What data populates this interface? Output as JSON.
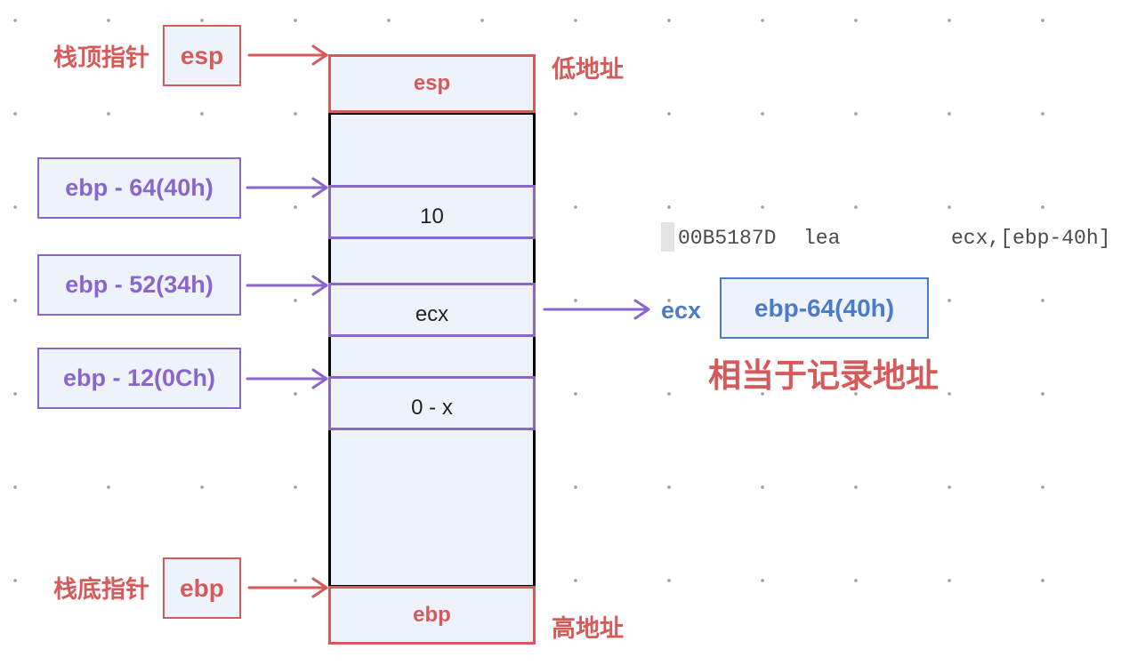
{
  "pointers": {
    "top": {
      "label": "栈顶指针",
      "register": "esp"
    },
    "bottom": {
      "label": "栈底指针",
      "register": "ebp"
    }
  },
  "offsets": [
    {
      "label": "ebp - 64(40h)"
    },
    {
      "label": "ebp - 52(34h)"
    },
    {
      "label": "ebp - 12(0Ch)"
    }
  ],
  "stack": {
    "top_cell": "esp",
    "cells": [
      "10",
      "ecx",
      "0 - x"
    ],
    "bottom_cell": "ebp"
  },
  "address_labels": {
    "low": "低地址",
    "high": "高地址"
  },
  "code": {
    "address": "00B5187D",
    "mnemonic": "lea",
    "operands": "ecx,[ebp-40h]"
  },
  "result": {
    "register": "ecx",
    "value": "ebp-64(40h)",
    "note": "相当于记录地址"
  },
  "colors": {
    "red": "#D65A5A",
    "purple": "#8A66CC",
    "blue": "#4B7BC9",
    "fill": "#EEF3FB"
  }
}
